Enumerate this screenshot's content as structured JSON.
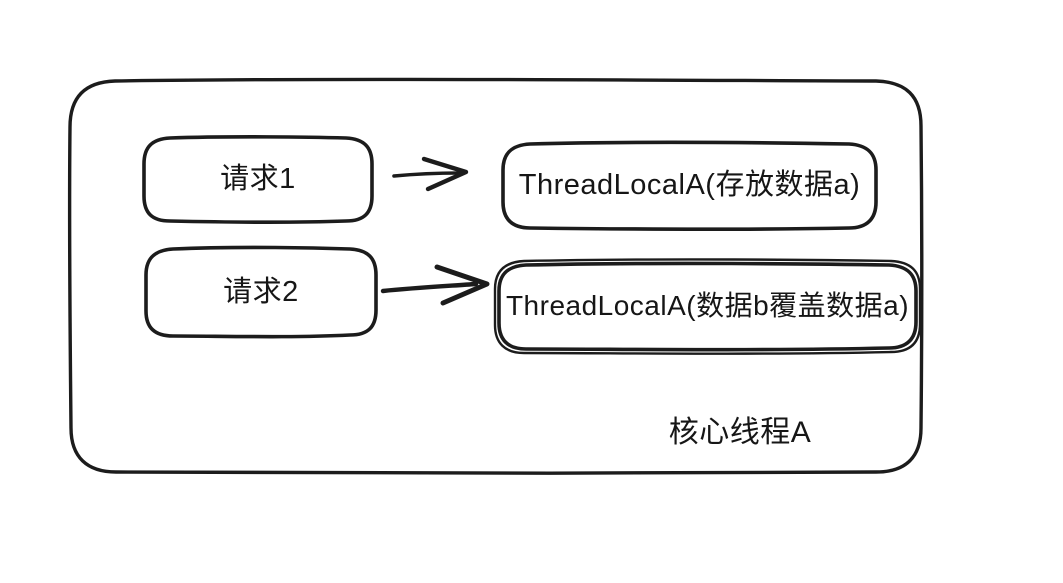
{
  "diagram": {
    "container": {
      "label": "核心线程A"
    },
    "nodes": [
      {
        "id": "request-1",
        "label": "请求1"
      },
      {
        "id": "request-2",
        "label": "请求2"
      },
      {
        "id": "threadlocal-a-store",
        "label": "ThreadLocalA(存放数据a)"
      },
      {
        "id": "threadlocal-a-overwrite",
        "label": "ThreadLocalA(数据b覆盖数据a)"
      }
    ],
    "edges": [
      {
        "from": "request-1",
        "to": "threadlocal-a-store",
        "style": "arrow"
      },
      {
        "from": "request-2",
        "to": "threadlocal-a-overwrite",
        "style": "arrow"
      }
    ],
    "colors": {
      "stroke": "#1c1c1c",
      "text": "#161616",
      "background": "#ffffff"
    }
  }
}
